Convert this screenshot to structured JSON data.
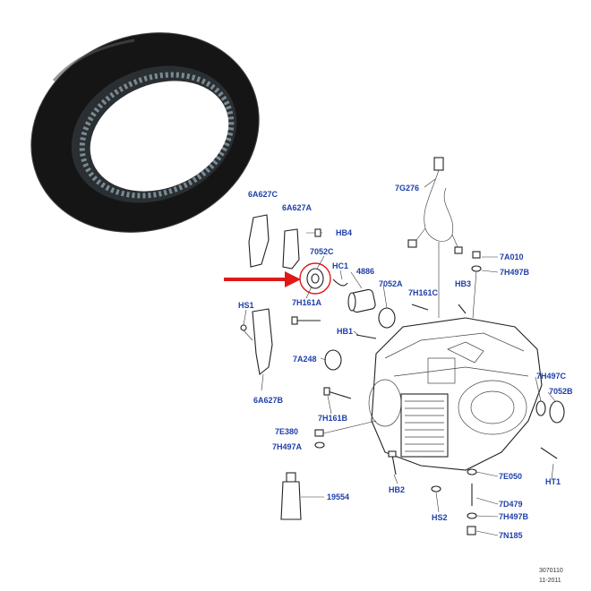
{
  "callouts": [
    {
      "id": "6A627C",
      "text": "6A627C"
    },
    {
      "id": "6A627A",
      "text": "6A627A"
    },
    {
      "id": "HB4",
      "text": "HB4"
    },
    {
      "id": "7052C",
      "text": "7052C"
    },
    {
      "id": "HC1",
      "text": "HC1"
    },
    {
      "id": "4886",
      "text": "4886"
    },
    {
      "id": "7052A",
      "text": "7052A"
    },
    {
      "id": "7H161C",
      "text": "7H161C"
    },
    {
      "id": "HB3",
      "text": "HB3"
    },
    {
      "id": "7G276",
      "text": "7G276"
    },
    {
      "id": "7A010",
      "text": "7A010"
    },
    {
      "id": "7H497B-top",
      "text": "7H497B"
    },
    {
      "id": "7H161A",
      "text": "7H161A"
    },
    {
      "id": "HS1",
      "text": "HS1"
    },
    {
      "id": "HB1",
      "text": "HB1"
    },
    {
      "id": "7A248",
      "text": "7A248"
    },
    {
      "id": "6A627B",
      "text": "6A627B"
    },
    {
      "id": "7H161B",
      "text": "7H161B"
    },
    {
      "id": "7H497C",
      "text": "7H497C"
    },
    {
      "id": "7052B",
      "text": "7052B"
    },
    {
      "id": "7E380",
      "text": "7E380"
    },
    {
      "id": "7H497A",
      "text": "7H497A"
    },
    {
      "id": "19554",
      "text": "19554"
    },
    {
      "id": "HB2",
      "text": "HB2"
    },
    {
      "id": "7E050",
      "text": "7E050"
    },
    {
      "id": "HT1",
      "text": "HT1"
    },
    {
      "id": "HS2",
      "text": "HS2"
    },
    {
      "id": "7D479",
      "text": "7D479"
    },
    {
      "id": "7H497B-bottom",
      "text": "7H497B"
    },
    {
      "id": "7N185",
      "text": "7N185"
    }
  ],
  "footer": {
    "drawing_number": "3070110",
    "date_fragment": "11-2011"
  },
  "colors": {
    "label": "#1f3fa8",
    "arrow": "#e01818",
    "highlight_circle": "#e01818",
    "seal": "#1a1a1a"
  },
  "highlighted_part": "7052C"
}
